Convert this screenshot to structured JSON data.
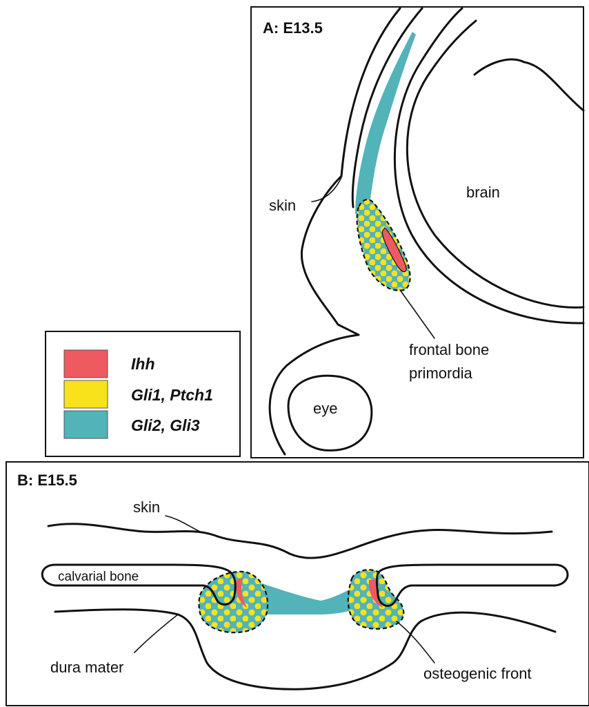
{
  "panelA": {
    "title": "A: E13.5",
    "labels": {
      "skin": "skin",
      "brain": "brain",
      "eye": "eye",
      "frontal_line1": "frontal bone",
      "frontal_line2": "primordia"
    }
  },
  "panelB": {
    "title": "B: E15.5",
    "labels": {
      "skin": "skin",
      "calvarial_bone": "calvarial bone",
      "dura_mater": "dura mater",
      "osteogenic_front": "osteogenic front"
    }
  },
  "legend": {
    "items": [
      {
        "label": "Ihh",
        "color": "#ee5a5f"
      },
      {
        "label": "Gli1, Ptch1",
        "color": "#f8e21c"
      },
      {
        "label": "Gli2, Gli3",
        "color": "#52b3b9"
      }
    ]
  },
  "colors": {
    "teal": "#52b3b9",
    "yellow": "#f8e21c",
    "red": "#ee5a5f",
    "outline": "#111111"
  }
}
